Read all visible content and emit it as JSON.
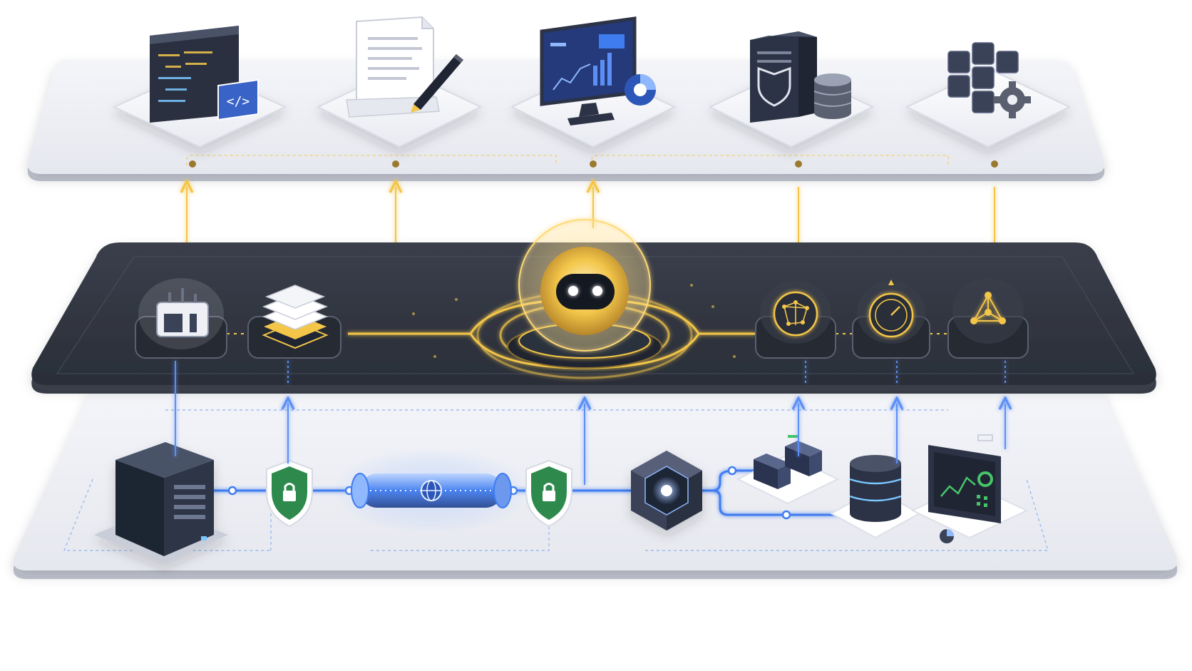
{
  "diagram": {
    "layers": [
      {
        "name": "applications-layer",
        "tone": "light"
      },
      {
        "name": "agent-orchestration-layer",
        "tone": "dark"
      },
      {
        "name": "infrastructure-layer",
        "tone": "light"
      }
    ],
    "top_icons": [
      "code-editor-icon",
      "document-edit-icon",
      "analytics-dashboard-icon",
      "secure-server-database-icon",
      "modules-settings-icon"
    ],
    "middle_left_icons": [
      "toolbox-icon",
      "layered-stack-icon"
    ],
    "middle_center_icon": "ai-agent-core-icon",
    "middle_right_icons": [
      "brain-network-icon",
      "stopwatch-icon",
      "network-graph-icon"
    ],
    "bottom_icons": [
      "server-rack-icon",
      "security-shield-icon",
      "network-tunnel-icon",
      "security-shield-icon",
      "processing-cube-icon",
      "storage-units-icon",
      "database-icon",
      "monitoring-screen-icon"
    ],
    "code_glyph": "</>",
    "colors": {
      "gold": "#f3c64a",
      "gold_glow": "#ffd976",
      "blue": "#3f7cf0",
      "blue_glow": "#8fb8ff",
      "dark_panel": "#2f3440",
      "light_panel": "#eef0f5",
      "navy": "#2c3346",
      "shield_green": "#2e8a4c"
    }
  }
}
